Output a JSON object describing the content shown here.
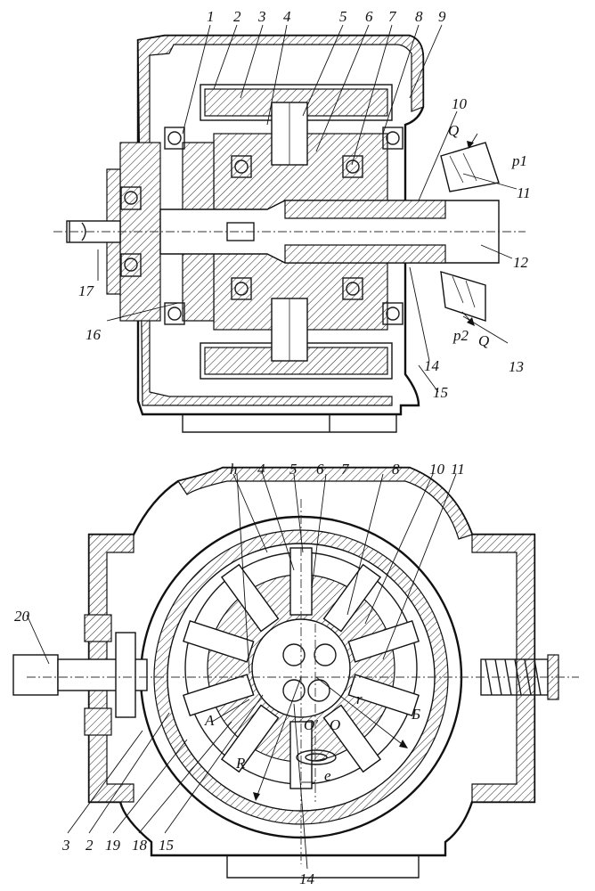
{
  "top_view": {
    "labels": [
      "1",
      "2",
      "3",
      "4",
      "5",
      "6",
      "7",
      "8",
      "9",
      "10",
      "Q",
      "p1",
      "11",
      "12",
      "13",
      "Q",
      "p2",
      "14",
      "15",
      "16",
      "17"
    ]
  },
  "bottom_view": {
    "labels": [
      "h",
      "4",
      "5",
      "6",
      "7",
      "8",
      "10",
      "11",
      "20",
      "A",
      "Б",
      "r",
      "O'",
      "O",
      "R",
      "e",
      "3",
      "2",
      "19",
      "18",
      "15",
      "14"
    ]
  }
}
